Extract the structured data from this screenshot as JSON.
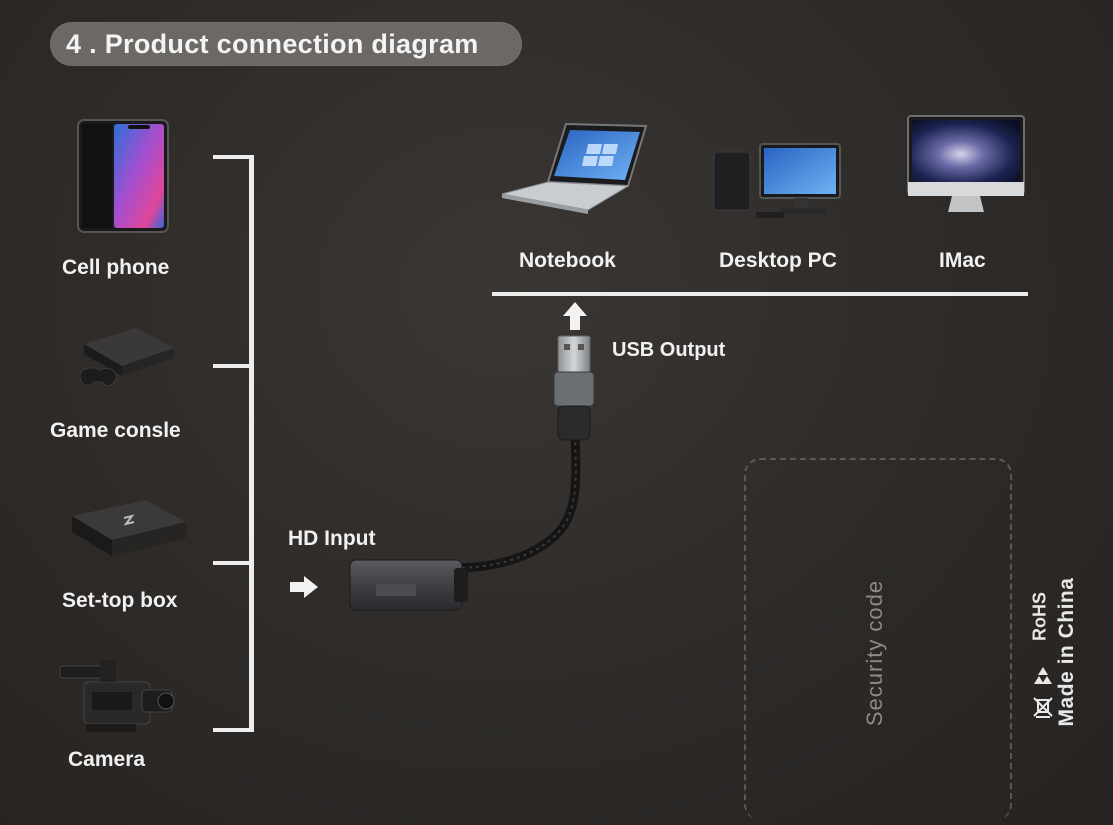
{
  "title": "4 . Product connection diagram",
  "sources": [
    {
      "id": "cell-phone",
      "label": "Cell phone",
      "icon": "smartphone-icon"
    },
    {
      "id": "game-console",
      "label": "Game consle",
      "icon": "game-console-icon"
    },
    {
      "id": "set-top-box",
      "label": "Set-top box",
      "icon": "set-top-box-icon"
    },
    {
      "id": "camera",
      "label": "Camera",
      "icon": "camcorder-icon"
    }
  ],
  "targets": [
    {
      "id": "notebook",
      "label": "Notebook",
      "icon": "laptop-icon"
    },
    {
      "id": "desktop-pc",
      "label": "Desktop PC",
      "icon": "desktop-pc-icon"
    },
    {
      "id": "imac",
      "label": "IMac",
      "icon": "imac-icon"
    }
  ],
  "connections": {
    "hd_input_label": "HD Input",
    "usb_output_label": "USB Output"
  },
  "security": {
    "label": "Security code"
  },
  "footer": {
    "rohs": "RoHS",
    "origin": "Made in China"
  },
  "colors": {
    "background": "#2e2b29",
    "pill": "#6b6866",
    "text": "#f1f1f1",
    "screen_blue": "#3b7fd6"
  }
}
